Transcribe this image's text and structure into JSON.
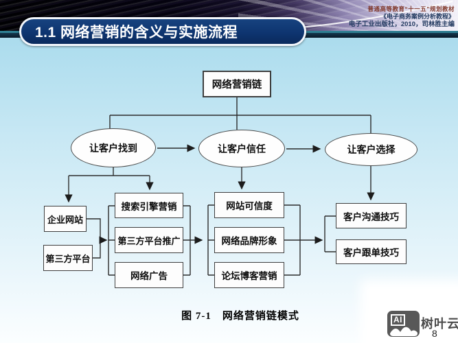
{
  "header": {
    "title": "1.1 网络营销的含义与实施流程",
    "series_line": "普通高等教育“十一五”规划教材",
    "book_line": "《电子商务案例分析教程》",
    "publisher_line": "电子工业出版社，2010，司林胜主编"
  },
  "diagram": {
    "root_label": "网络营销链",
    "stages": [
      "让客户找到",
      "让客户信任",
      "让客户选择"
    ],
    "find_sources": [
      "企业网站",
      "第三方平台"
    ],
    "find_methods": [
      "搜索引擎营销",
      "第三方平台推广",
      "网络广告"
    ],
    "trust_methods": [
      "网站可信度",
      "网络品牌形象",
      "论坛博客营销"
    ],
    "choose_methods": [
      "客户沟通技巧",
      "客户跟单技巧"
    ],
    "caption": "图 7-1　网络营销链模式"
  },
  "watermark": {
    "icon_text": "AI",
    "brand": "树叶云",
    "page_number": "8"
  },
  "colors": {
    "title_bar": "#0e3570",
    "header_band_dark": "#0a1c2c",
    "accent_teal": "#2f7f92",
    "slide_background_top": "#9dd2e7",
    "node_border": "#3d3d3d",
    "watermark_gray": "#585858"
  }
}
